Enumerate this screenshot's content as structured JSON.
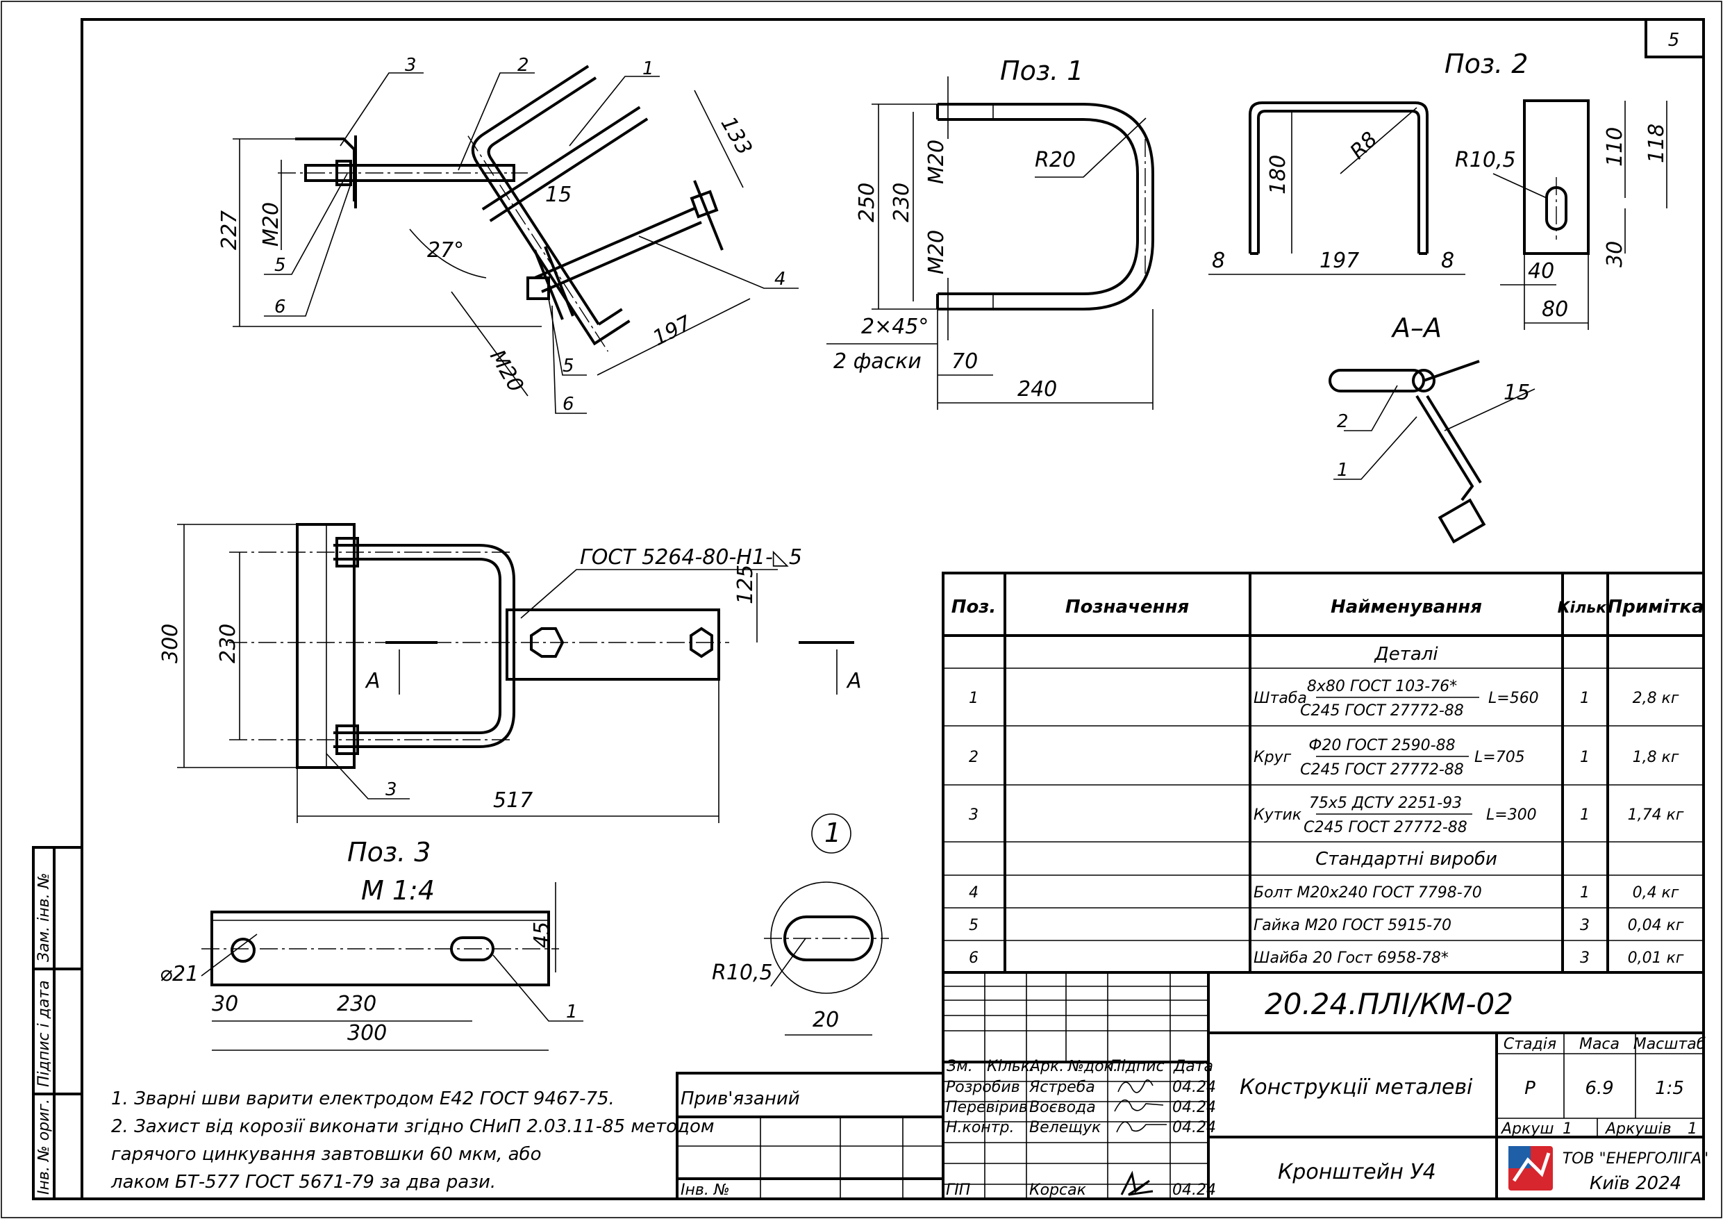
{
  "sheet": {
    "number": "5"
  },
  "views": {
    "iso": {
      "callouts": [
        "3",
        "2",
        "1",
        "5",
        "6",
        "4",
        "5",
        "6"
      ],
      "dims": [
        "227",
        "M20",
        "15",
        "27°",
        "133",
        "197",
        "M20"
      ]
    },
    "poz1": {
      "title": "Поз. 1",
      "dims": [
        "250",
        "230",
        "M20",
        "M20",
        "R20",
        "2×45°",
        "2 фаски",
        "70",
        "240"
      ]
    },
    "poz2": {
      "title": "Поз. 2",
      "dims": [
        "180",
        "R8",
        "8",
        "197",
        "8",
        "R10,5",
        "110",
        "118",
        "30",
        "40",
        "80"
      ]
    },
    "section": {
      "title": "А–А",
      "callouts": [
        "2",
        "1"
      ],
      "dims": [
        "15"
      ]
    },
    "plan": {
      "dims": [
        "300",
        "230",
        "125",
        "517"
      ],
      "weld": "ГОСТ 5264-80-Н1-◺5",
      "section_marks": [
        "А",
        "А"
      ],
      "callouts": [
        "3"
      ]
    },
    "poz3": {
      "title": "Поз. 3",
      "scale": "М 1:4",
      "dims": [
        "⌀21",
        "30",
        "230",
        "300",
        "45"
      ],
      "callouts": [
        "1"
      ]
    },
    "detail": {
      "label": "1",
      "dims": [
        "R10,5",
        "20"
      ]
    }
  },
  "notes": [
    "1. Зварні шви варити електродом Е42 ГОСТ 9467-75.",
    "2. Захист від корозії виконати згідно СНиП 2.03.11-85 методом",
    "гарячого цинкування завтовшки 60 мкм, або",
    "лаком БТ-577 ГОСТ 5671-79 за два рази."
  ],
  "spec": {
    "headers": [
      "Поз.",
      "Позначення",
      "Найменування",
      "Кільк.",
      "Примітка"
    ],
    "section_details": "Деталі",
    "section_standard": "Стандартні вироби",
    "rows": [
      {
        "pos": "1",
        "name_pre": "Штаба",
        "num": "8х80 ГОСТ 103-76*",
        "den": "С245 ГОСТ 27772-88",
        "name_post": "L=560",
        "qty": "1",
        "note": "2,8 кг"
      },
      {
        "pos": "2",
        "name_pre": "Круг",
        "num": "Ф20 ГОСТ 2590-88",
        "den": "С245 ГОСТ 27772-88",
        "name_post": "L=705",
        "qty": "1",
        "note": "1,8 кг"
      },
      {
        "pos": "3",
        "name_pre": "Кутик",
        "num": "75х5 ДСТУ 2251-93",
        "den": "С245 ГОСТ 27772-88",
        "name_post": "L=300",
        "qty": "1",
        "note": "1,74 кг"
      }
    ],
    "std_rows": [
      {
        "pos": "4",
        "name": "Болт М20х240 ГОСТ 7798-70",
        "qty": "1",
        "note": "0,4 кг"
      },
      {
        "pos": "5",
        "name": "Гайка М20 ГОСТ 5915-70",
        "qty": "3",
        "note": "0,04 кг"
      },
      {
        "pos": "6",
        "name": "Шайба 20 Гост 6958-78*",
        "qty": "3",
        "note": "0,01 кг"
      }
    ]
  },
  "title_block": {
    "code": "20.24.ПЛІ/КМ-02",
    "col_headers": [
      "Зм.",
      "Кільк.",
      "Арк.",
      "№док.",
      "Підпис",
      "Дата"
    ],
    "people": [
      {
        "role": "Розробив",
        "name": "Ястреба",
        "date": "04.24"
      },
      {
        "role": "Перевірив",
        "name": "Воєвода",
        "date": "04.24"
      },
      {
        "role": "Н.контр.",
        "name": "Велещук",
        "date": "04.24"
      },
      {
        "role": "ГІП",
        "name": "Корсак",
        "date": "04.24"
      }
    ],
    "doc_name": "Конструкції металеві",
    "stage_header": "Стадія",
    "mass_header": "Маса",
    "scale_header": "Масштаб",
    "stage": "Р",
    "mass": "6.9",
    "scale": "1:5",
    "sheet_label": "Аркуш",
    "sheet_value": "1",
    "sheets_label": "Аркушів",
    "sheets_value": "1",
    "item_name": "Кронштейн У4",
    "company": "ТОВ \"ЕНЕРГОЛІГА\"",
    "city": "Київ 2024",
    "pryvyazanyi": "Прив'язаний",
    "inv_no": "Інв. №"
  },
  "side_stamp": [
    "Зам. інв. №",
    "Підпис і дата",
    "Інв. № ориг."
  ],
  "colors": {
    "logo_red": "#d7262d",
    "logo_blue": "#1f5fa8"
  }
}
